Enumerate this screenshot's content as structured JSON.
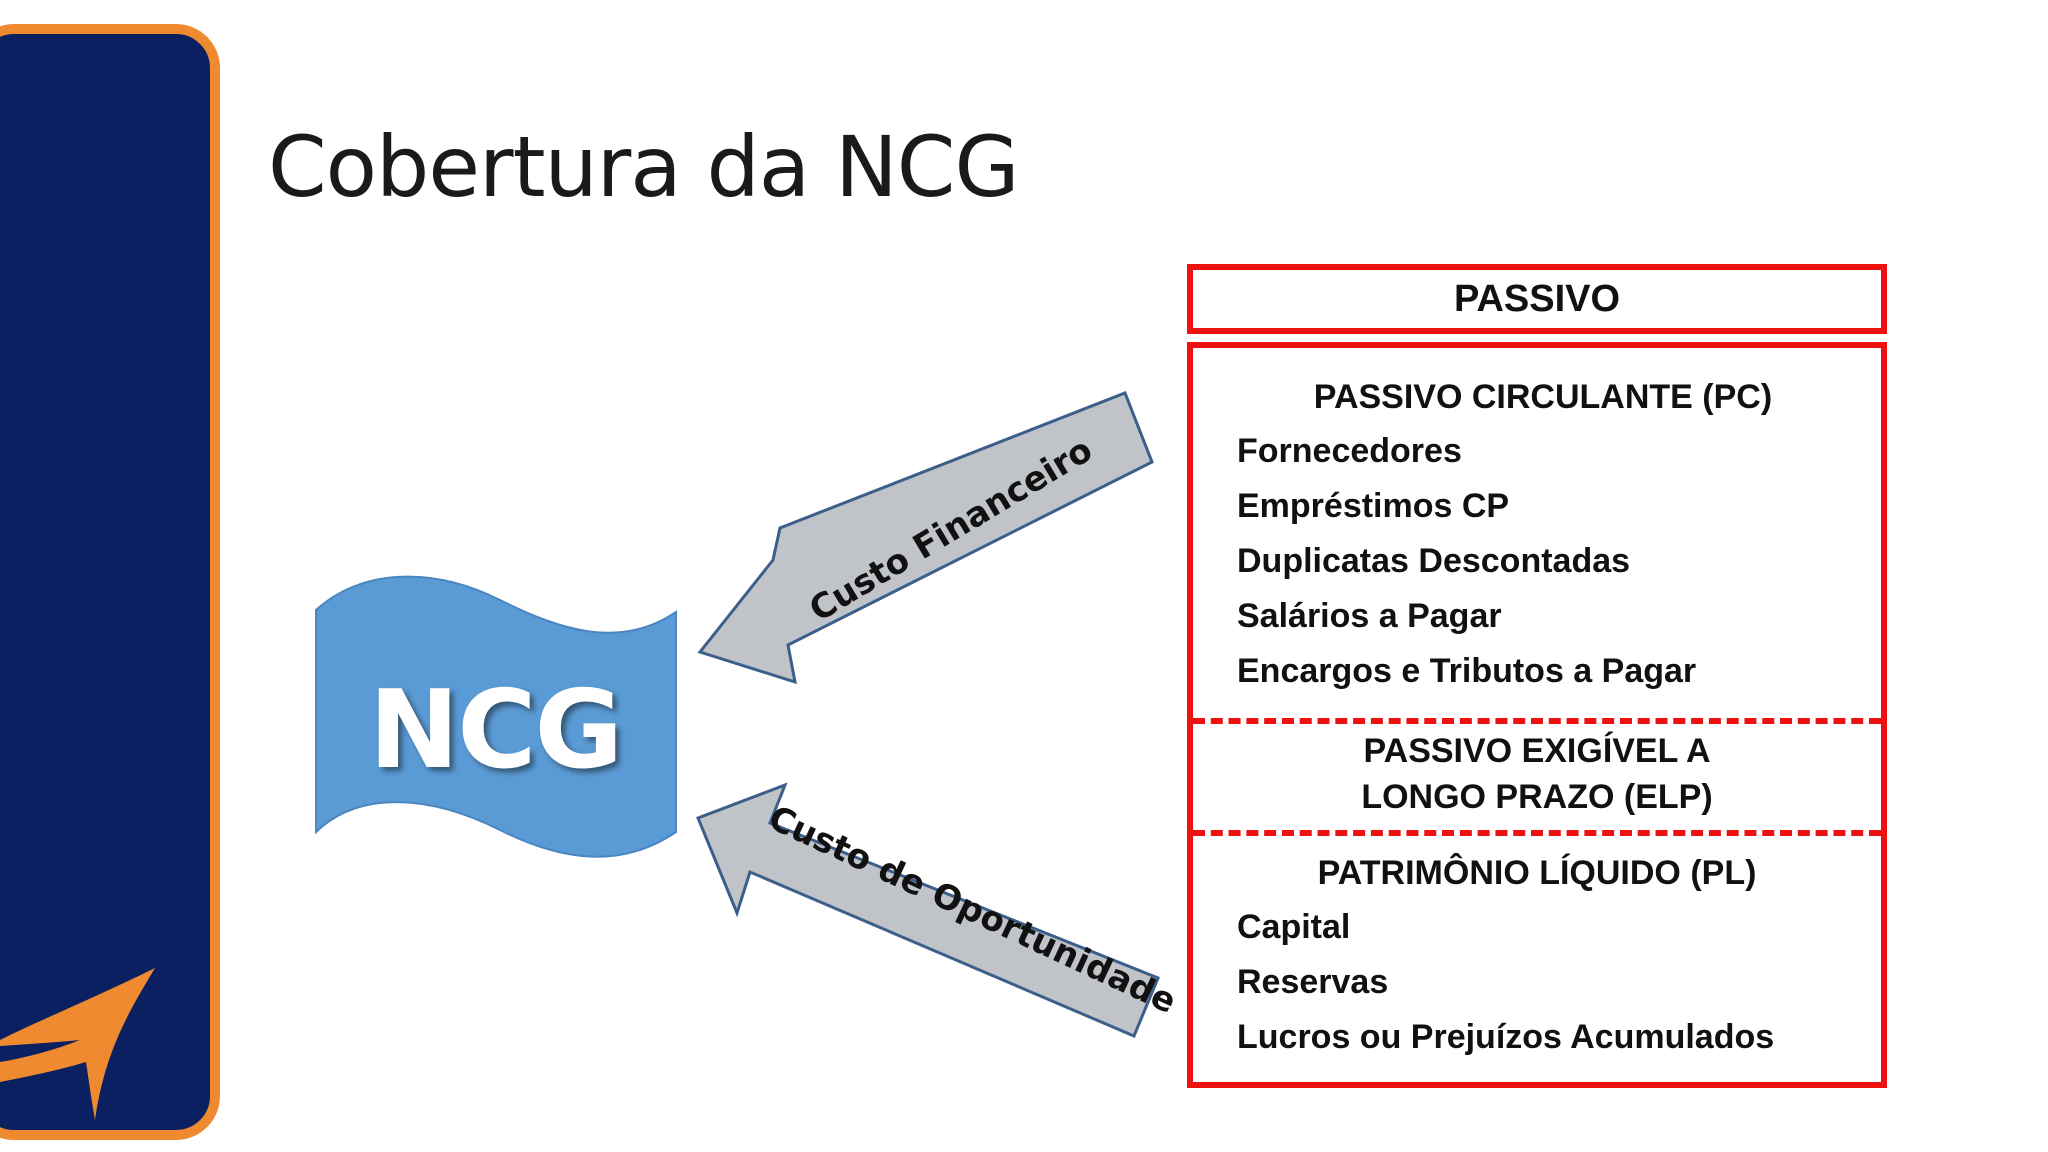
{
  "slide": {
    "title": "Cobertura da NCG"
  },
  "colors": {
    "sidebar": "#0b2060",
    "accent": "#f08a30",
    "ncg_shape": "#5b9bd5",
    "arrow": "#c0c4c8",
    "box_border": "#ee1111"
  },
  "diagram": {
    "ncg_label": "NCG",
    "arrow_financeiro": "Custo Financeiro",
    "arrow_oportunidade": "Custo de Oportunidade"
  },
  "passivo": {
    "header": "PASSIVO",
    "circulante": {
      "title": "PASSIVO CIRCULANTE (PC)",
      "items": [
        "Fornecedores",
        "Empréstimos CP",
        "Duplicatas Descontadas",
        "Salários a Pagar",
        "Encargos e Tributos a Pagar"
      ]
    },
    "elp": {
      "title_line1": "PASSIVO EXIGÍVEL A",
      "title_line2": "LONGO PRAZO (ELP)"
    },
    "pl": {
      "title": "PATRIMÔNIO LÍQUIDO (PL)",
      "items": [
        "Capital",
        "Reservas",
        "Lucros ou Prejuízos Acumulados"
      ]
    }
  }
}
